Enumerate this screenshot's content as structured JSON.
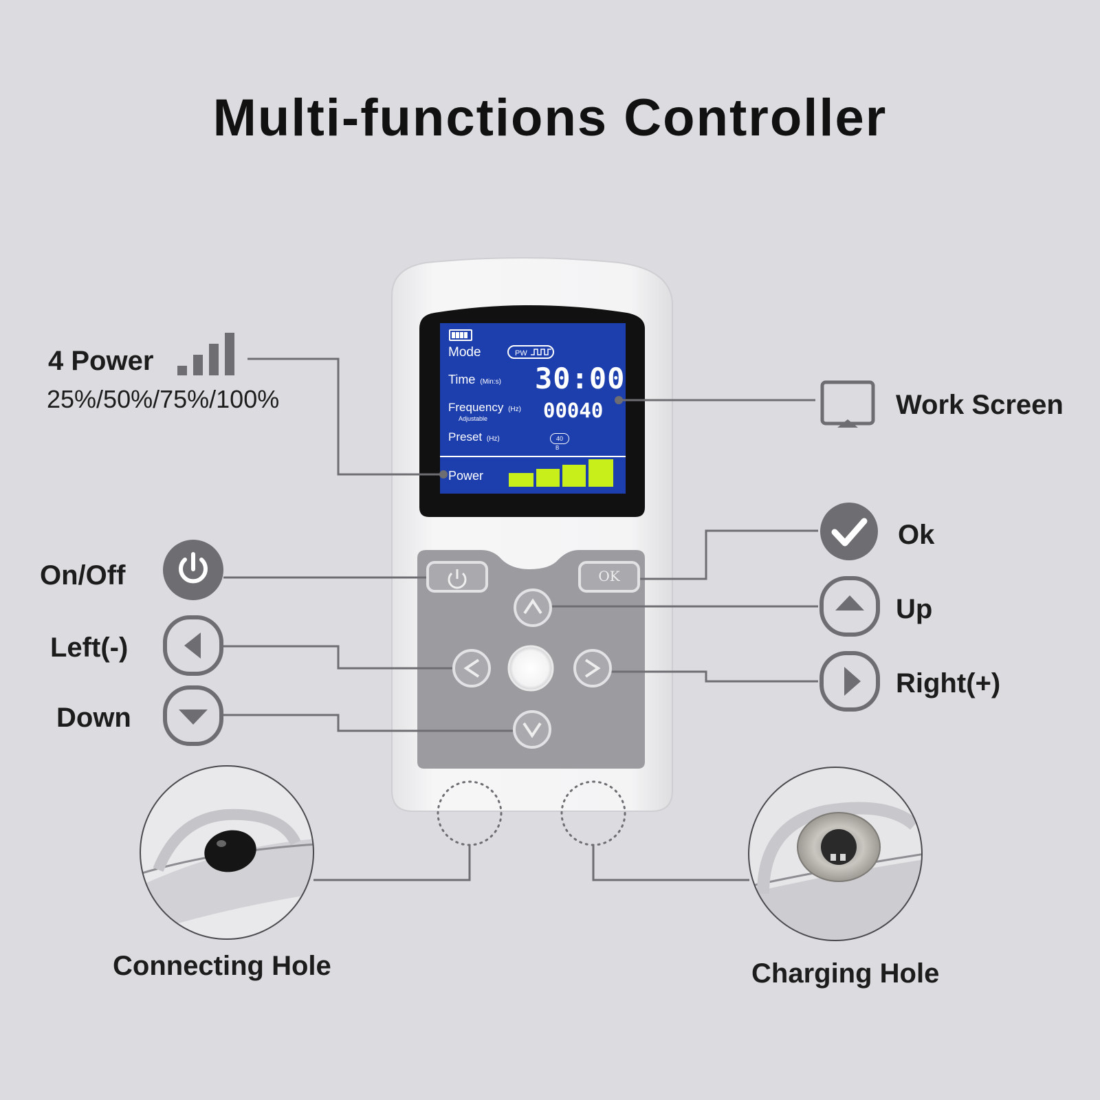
{
  "title": "Multi-functions Controller",
  "colors": {
    "background": "#dcdce0",
    "icon_gray": "#6e6d72",
    "lcd_blue": "#1d3fae",
    "power_bar": "#c8ef1a",
    "pad_gray": "#9b9ba0"
  },
  "power": {
    "label": "4 Power",
    "levels": "25%/50%/75%/100%",
    "icon": "signal-bars-icon"
  },
  "labels": {
    "on_off": "On/Off",
    "left": "Left(-)",
    "down": "Down",
    "work_screen": "Work Screen",
    "ok": "Ok",
    "up": "Up",
    "right": "Right(+)",
    "connecting_hole": "Connecting Hole",
    "charging_hole": "Charging Hole"
  },
  "screen": {
    "mode_label": "Mode",
    "mode_value": "PW",
    "time_label": "Time",
    "time_unit": "(Min:s)",
    "time_value": "30:00",
    "freq_label": "Frequency",
    "freq_unit": "(Hz)",
    "freq_note": "Adjustable",
    "freq_value": "00040",
    "preset_label": "Preset",
    "preset_unit": "(Hz)",
    "preset_value": "40",
    "preset_sub": "B",
    "power_label": "Power",
    "power_bars": 4
  },
  "device_buttons": {
    "ok": "OK"
  }
}
